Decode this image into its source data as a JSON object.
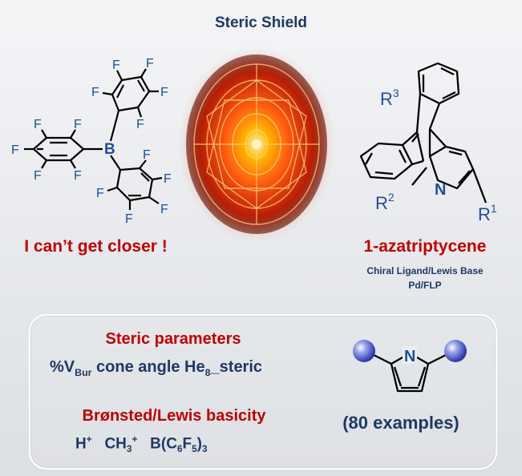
{
  "title": "Steric Shield",
  "left_label": "I can’t get closer !",
  "right_label": "1-azatriptycene",
  "right_sub1": "Chiral Ligand/Lewis Base",
  "right_sub2": "Pd/FLP",
  "panel": {
    "heading1": "Steric parameters",
    "vbur_prefix": "%V",
    "vbur_sub": "Bur",
    "cone_text": " cone angle He",
    "he_sub": "8",
    "steric_text": "_steric",
    "heading2": "Brønsted/Lewis basicity",
    "h": "H",
    "plus": "+",
    "ch": "CH",
    "three": "3",
    "b": "B(C",
    "six": "6",
    "f": "F",
    "five": "5",
    "close": ")",
    "examples": "(80 examples)"
  },
  "borane": {
    "F": "F",
    "B": "B"
  },
  "azatriptycene": {
    "R": "R",
    "sup1": "1",
    "sup2": "2",
    "sup3": "3",
    "N": "N"
  },
  "pyridine": {
    "N": "N"
  },
  "colors": {
    "navy": "#1f3864",
    "red": "#c00000",
    "bond_blue": "#1f4e99",
    "orb_orange": "#ff5a10"
  }
}
